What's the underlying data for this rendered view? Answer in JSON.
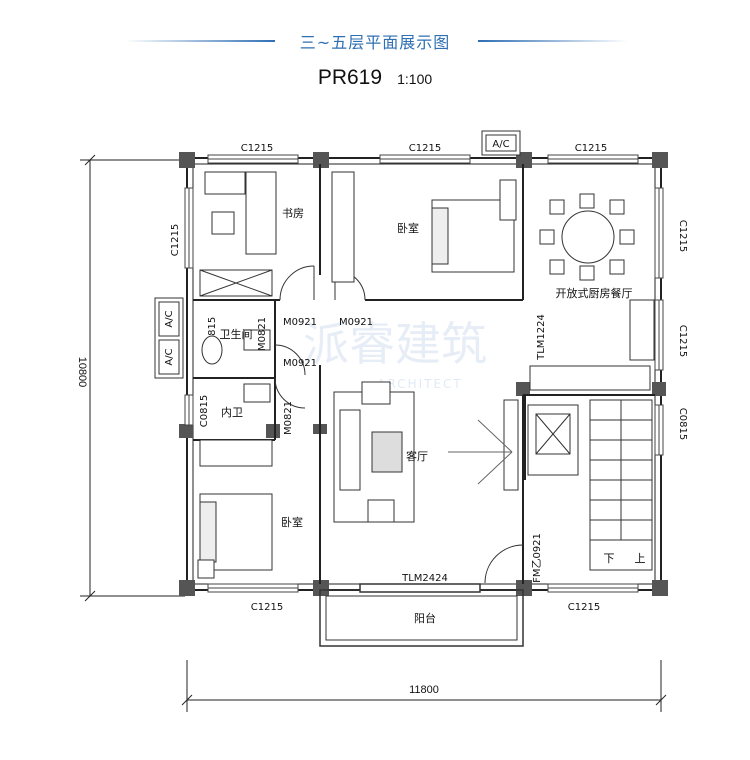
{
  "header": {
    "title": "三~五层平面展示图",
    "plan_code": "PR619",
    "scale": "1:100",
    "accent_color": "#2f6fb3"
  },
  "dimensions": {
    "overall_height": "10800",
    "overall_width": "11800"
  },
  "windows": {
    "top_left": "C1215",
    "top_mid": "C1215",
    "top_right": "C1215",
    "left_upper": "C1215",
    "right_upper": "C1215",
    "right_mid": "C1215",
    "right_stair": "C0815",
    "left_bath": "C0815",
    "bath_small": "C0815",
    "bottom_left": "C1215",
    "bottom_right": "C1215"
  },
  "doors": {
    "study": "M0921",
    "bedroom_top": "M0921",
    "bath_a": "M0921",
    "bath_vertical": "M0821",
    "inner_bath": "M0821",
    "kitchen_sliding": "TLM1224",
    "balcony_sliding": "TLM2424",
    "fire_door": "FM乙0921"
  },
  "ac_units": {
    "top": "A/C",
    "left_a": "A/C",
    "left_b": "A/C"
  },
  "rooms": {
    "study": "书房",
    "bedroom_top": "卧室",
    "dining": "开放式厨房餐厅",
    "bathroom": "卫生间",
    "inner_bath": "内卫",
    "living": "客厅",
    "bedroom_bottom": "卧室",
    "balcony": "阳台",
    "stair_down": "下",
    "stair_up": "上"
  },
  "watermark": {
    "text": "派睿建筑",
    "sub": "ARCHITECT"
  }
}
